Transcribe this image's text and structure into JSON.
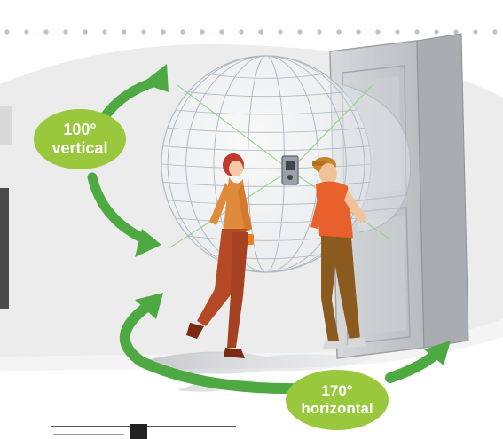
{
  "colors": {
    "accent_green": "#4ea943",
    "badge_green": "#9ac83c",
    "badge_text": "#ffffff",
    "wall_gray": "#ececec",
    "sphere_line": "#aeb8c4",
    "sphere_green_line": "#8fd07f",
    "door_gray": "#c8cacc"
  },
  "badges": {
    "vertical": {
      "angle": "100°",
      "label": "vertical"
    },
    "horizontal": {
      "angle": "170°",
      "label": "horizontal"
    }
  },
  "icons": {
    "vertical_arrow": "curved-double-arrow-vertical",
    "horizontal_arrow": "curved-double-arrow-horizontal",
    "camera": "door-camera-icon"
  }
}
